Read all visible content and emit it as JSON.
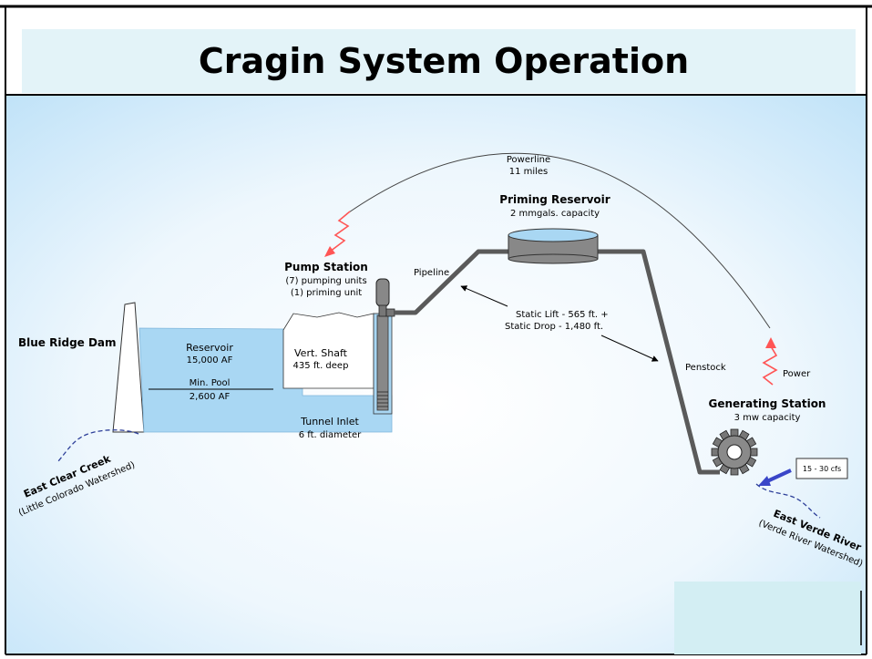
{
  "slide": {
    "title": "Cragin System Operation"
  },
  "labels": {
    "powerline_title": "Powerline",
    "powerline_length": "11 miles",
    "priming_title": "Priming Reservoir",
    "priming_capacity": "2 mmgals. capacity",
    "pump_station_title": "Pump Station",
    "pump_units": "(7) pumping units",
    "priming_unit": "(1) priming   unit",
    "pipeline": "Pipeline",
    "static_lift": "Static Lift   -    565 ft. +",
    "static_drop": "Static Drop - 1,480 ft.",
    "dam": "Blue Ridge Dam",
    "reservoir_title": "Reservoir",
    "reservoir_volume": "15,000 AF",
    "min_pool_title": "Min. Pool",
    "min_pool_volume": "2,600 AF",
    "shaft_title": "Vert. Shaft",
    "shaft_depth": "435 ft. deep",
    "tunnel_title": "Tunnel Inlet",
    "tunnel_diameter": "6 ft. diameter",
    "penstock": "Penstock",
    "power": "Power",
    "generating_title": "Generating Station",
    "generating_capacity": "3 mw capacity",
    "flow": "15 - 30 cfs",
    "east_clear_creek": "East Clear Creek",
    "little_colorado": "(Little Colorado Watershed)",
    "east_verde": "East Verde River",
    "verde_watershed": "(Verde River Watershed)"
  },
  "colors": {
    "title_bg": "#e3f3f8",
    "water": "#a9d7f3",
    "pipe": "#5a5a5a",
    "power_arrow": "#ff5555",
    "river": "#2d3f99",
    "outlet_arrow": "#3a46c8",
    "frame": "#000000"
  },
  "icons": {
    "power_symbol": "zigzag-arrow",
    "generator": "gear-wheel"
  }
}
